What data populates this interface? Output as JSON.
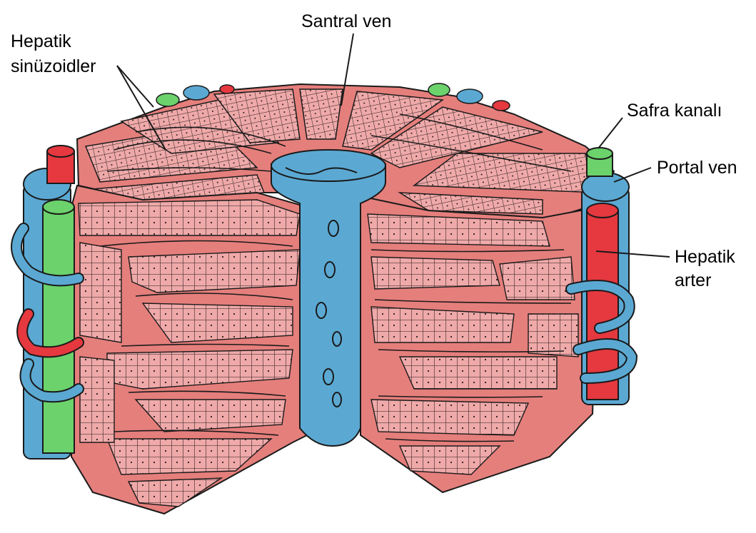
{
  "labels": {
    "sinusoids_line1": "Hepatik",
    "sinusoids_line2": "sinüzoidler",
    "central_vein": "Santral ven",
    "bile_duct": "Safra kanalı",
    "portal_vein": "Portal ven",
    "hepatic_artery_line1": "Hepatik",
    "hepatic_artery_line2": "arter"
  },
  "colors": {
    "parenchyma": "#e57f7c",
    "cells": "#efa9a9",
    "central_vein": "#5ba9d3",
    "portal_vein": "#5ba9d3",
    "hepatic_artery": "#e5383f",
    "bile_duct": "#6cd26c",
    "outline": "#1a1a1a"
  }
}
